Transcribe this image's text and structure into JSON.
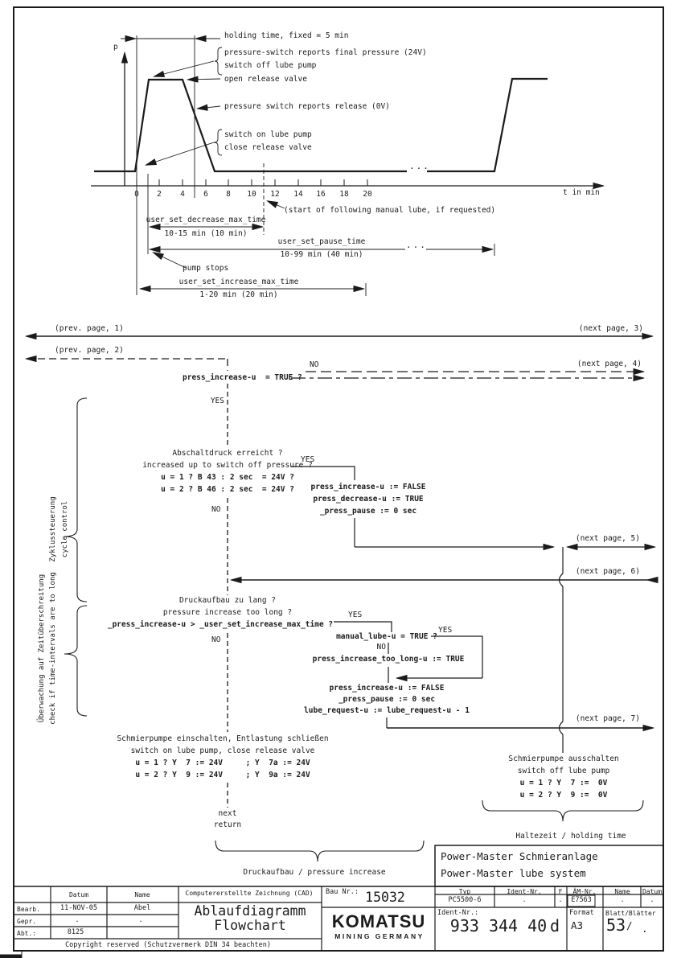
{
  "colors": {
    "ink": "#1b1b1b",
    "paper": "#ffffff"
  },
  "timing": {
    "p_label": "p",
    "axis_label": "t in min",
    "ticks": [
      "0",
      "2",
      "4",
      "6",
      "8",
      "10",
      "12",
      "14",
      "16",
      "18",
      "20"
    ],
    "gap_dots": "...",
    "holding": "holding time, fixed = 5 min",
    "final_pressure": "pressure-switch reports final pressure (24V)",
    "pump_off": "switch off lube pump",
    "open_release": "open release valve",
    "report_release": "pressure switch reports release (0V)",
    "pump_on": "switch on lube pump",
    "close_release": "close release valve",
    "start_following": "(start of following manual lube, if requested)",
    "decrease_name": "user_set_decrease_max_time",
    "decrease_value": "10-15 min (10 min)",
    "pause_name": "user_set_pause_time",
    "pause_value": "10-99 min (40 min)",
    "pump_stops": "pump stops",
    "increase_name": "user_set_increase_max_time",
    "increase_value": "1-20 min (20 min)"
  },
  "flow": {
    "prev1": "(prev. page, 1)",
    "prev2": "(prev. page, 2)",
    "next3": "(next page, 3)",
    "next4": "(next page, 4)",
    "next5": "(next page, 5)",
    "next6": "(next page, 6)",
    "next7": "(next page, 7)",
    "yes": "YES",
    "no": "NO",
    "q1": "press_increase-u  = TRUE ?",
    "q2": [
      "Abschaltdruck erreicht ?",
      "increased up to switch off pressure ?",
      "u = 1 ? B 43 : 2 sec  = 24V ?",
      "u = 2 ? B 46 : 2 sec  = 24V ?"
    ],
    "a1": [
      "press_increase-u := FALSE",
      "press_decrease-u := TRUE",
      "_press_pause := 0 sec"
    ],
    "q3": [
      "Druckaufbau zu lang ?",
      "pressure increase too long ?",
      "_press_increase-u > _user_set_increase_max_time ?"
    ],
    "q4": "manual_lube-u = TRUE ?",
    "too_long": "press_increase_too_long-u := TRUE",
    "a2": [
      "press_increase-u := FALSE",
      "_press_pause := 0 sec",
      "lube_request-u := lube_request-u - 1"
    ],
    "pump_on_block": [
      "Schmierpumpe einschalten, Entlastung schließen",
      "switch on lube pump, close release valve",
      "u = 1 ? Y  7 := 24V     ; Y  7a := 24V",
      "u = 2 ? Y  9 := 24V     ; Y  9a := 24V"
    ],
    "next_label": "next",
    "return_label": "return",
    "pump_off_block": [
      "Schmierpumpe ausschalten",
      "switch off lube pump",
      "u = 1 ? Y  7 :=  0V",
      "u = 2 ? Y  9 :=  0V"
    ]
  },
  "side": {
    "cycle_de": "Zyklussteuerung",
    "cycle_en": "cycle control",
    "watch_de": "Überwachung auf Zeitüberschreitung",
    "watch_en": "check if time-intervals are to long"
  },
  "braces": {
    "increase": "Druckaufbau / pressure increase",
    "holding": "Haltezeit / holding time"
  },
  "titleblock": {
    "product_de": "Power-Master Schmieranlage",
    "product_en": "Power-Master lube system",
    "col_datum": "Datum",
    "col_name": "Name",
    "row_bearb": "Bearb.",
    "row_gepr": "Gepr.",
    "row_abt": "Abt.:",
    "bearb_datum": "11-NOV-05",
    "bearb_name": "Abel",
    "gepr_datum": ".",
    "gepr_name": ".",
    "abt_value": "8125",
    "cad": "Computererstellte Zeichnung (CAD)",
    "doc_title_de": "Ablaufdiagramm",
    "doc_title_en": "Flowchart",
    "copyright": "Copyright reserved (Schutzvermerk DIN 34 beachten)",
    "bau_label": "Bau Nr.:",
    "bau_value": "15032",
    "logo_top": "KOMATSU",
    "logo_bottom": "MINING GERMANY",
    "h_typ": "Typ",
    "h_ident": "Ident-Nr.",
    "h_f": "F",
    "h_am": "ÄM-Nr.",
    "h_name": "Name",
    "h_datum": "Datum",
    "typ_value": "PC5500-6",
    "ident_value": ".",
    "f_value": ".",
    "am_value": "E7563",
    "name_value": ".",
    "datum_value": ".",
    "ident_label": "Ident-Nr.:",
    "ident_number": "933 344 40",
    "revision": "d",
    "format_label": "Format",
    "format_value": "A3",
    "sheet_label": "Blatt/Blätter",
    "sheet_value": "53",
    "sheet_sep": "/",
    "sheet_total": "."
  }
}
